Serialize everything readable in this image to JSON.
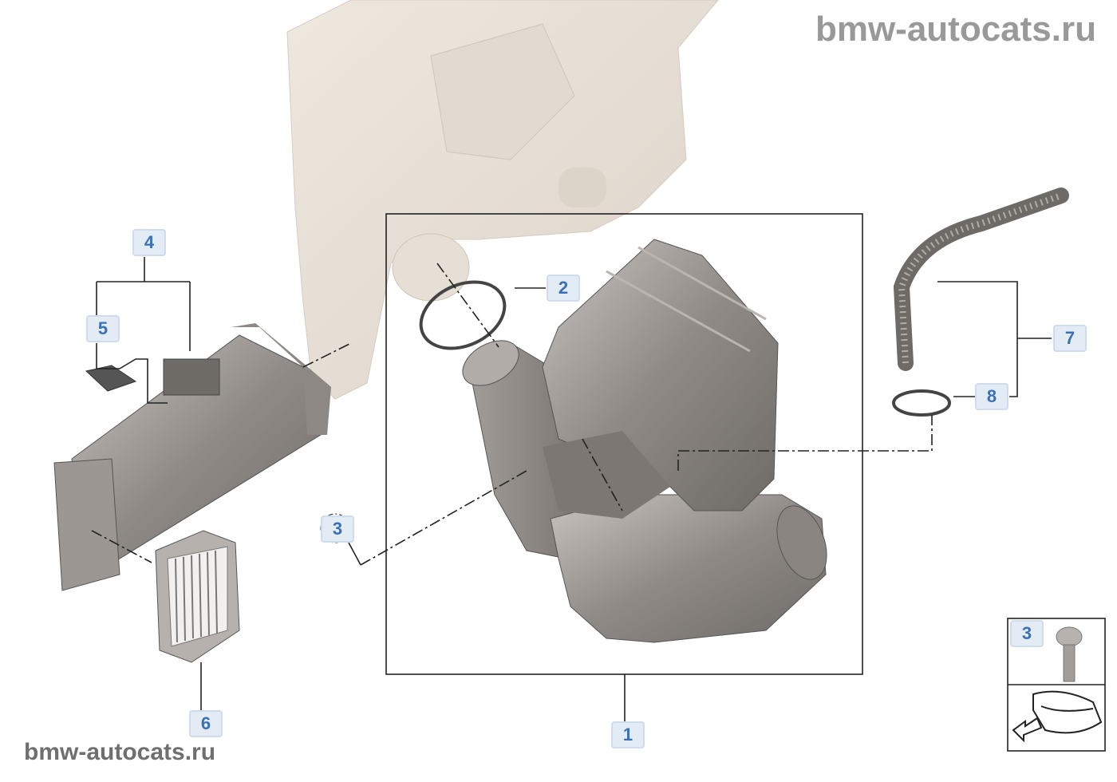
{
  "watermark_top": "bmw-autocats.ru",
  "watermark_bottom": "bmw-autocats.ru",
  "callouts": {
    "c1": "1",
    "c2": "2",
    "c3": "3",
    "c4": "4",
    "c5": "5",
    "c6": "6",
    "c7": "7",
    "c8": "8",
    "legend_3": "3"
  },
  "colors": {
    "callout_text": "#3a71b5",
    "callout_bg": "#e3ebf5",
    "part_gray": "#8f8a85",
    "housing_beige": "#e9e2d8"
  }
}
